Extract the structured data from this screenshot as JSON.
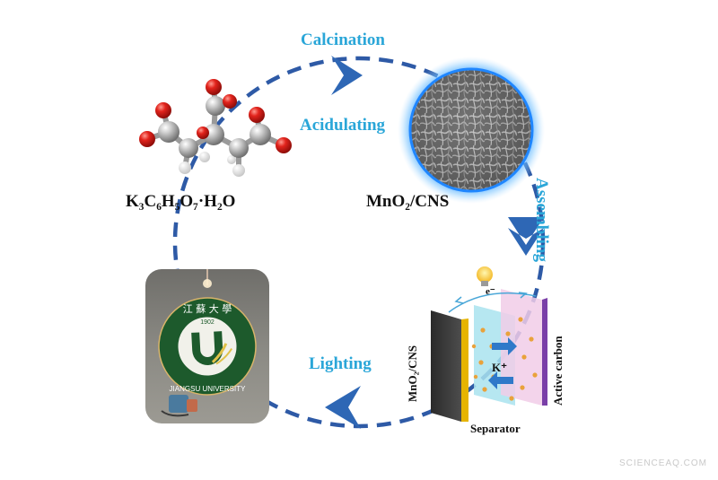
{
  "cycle_steps": {
    "calcination": "Calcination",
    "acidulating": "Acidulating",
    "assembling": "Assembling",
    "lighting": "Lighting"
  },
  "precursor": {
    "formula_text": "K₃C₆H₅O₇·H₂O"
  },
  "product": {
    "formula_text": "MnO₂/CNS"
  },
  "battery": {
    "electrode_left": "MnO₂/CNS",
    "electrode_right": "Active carbon",
    "separator": "Separator",
    "ion": "K⁺",
    "electron": "e⁻"
  },
  "badge": {
    "year": "1902",
    "letter": "U",
    "chinese_text": "江 蘇 大 學",
    "ring_text": "JIANGSU UNIVERSITY"
  },
  "watermark": "SCIENCEAQ.COM",
  "colors": {
    "cycle_blue": "#2e5aa6",
    "label_blue": "#2aa6d8",
    "oxygen_red": "#e0221d",
    "carbon_grey": "#a8a8a8",
    "badge_green": "#1d5a2c",
    "separator_cyan": "#a9e3ef",
    "carbon_pink": "#f1cde8"
  }
}
